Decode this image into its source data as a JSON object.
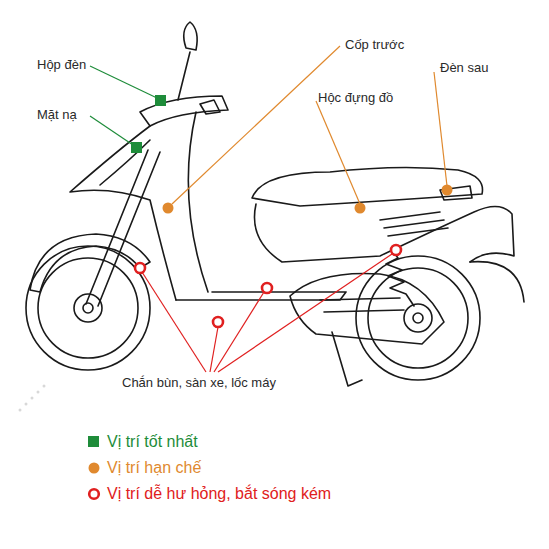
{
  "diagram": {
    "labels": [
      "Hộp đèn",
      "Mặt nạ",
      "Cốp trước",
      "Hộc đựng đồ",
      "Đèn sau",
      "Chắn bùn, sàn xe, lốc máy"
    ],
    "legend": [
      {
        "text": "Vị trí tốt nhất",
        "color": "#1e8c3a"
      },
      {
        "text": "Vị trí hạn chế",
        "color": "#e0892e"
      },
      {
        "text": "Vị trí dễ hư hỏng, bắt sóng kém"
      }
    ]
  }
}
